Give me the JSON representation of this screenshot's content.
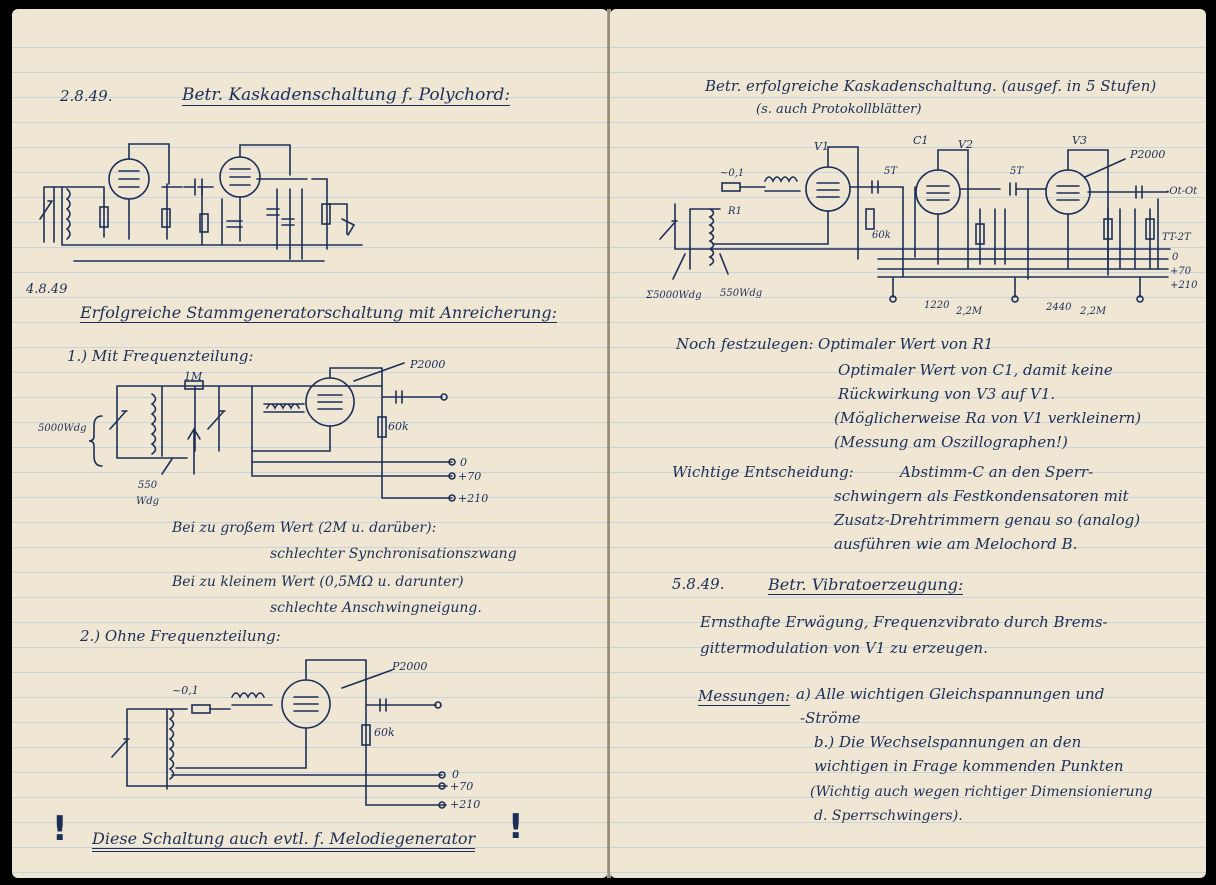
{
  "left": {
    "date1": "2.8.49.",
    "title1": "Betr. Kaskadenschaltung f. Polychord:",
    "date2": "4.8.49",
    "title2": "Erfolgreiche Stammgeneratorschaltung mit Anreicherung:",
    "s1_heading": "1.) Mit Frequenzteilung:",
    "s1_labels": {
      "r": "1M",
      "tube": "P2000",
      "res": "60k",
      "v0": "0",
      "v70": "+70",
      "v210": "+210",
      "freq": "5000Wdg",
      "wdg1": "550",
      "wdg2": "Wdg"
    },
    "note1a": "Bei zu großem Wert (2M u. darüber):",
    "note1b": "schlechter Synchronisationszwang",
    "note2a": "Bei zu kleinem Wert (0,5MΩ u. darunter)",
    "note2b": "schlechte Anschwingneigung.",
    "s2_heading": "2.) Ohne Frequenzteilung:",
    "s2_labels": {
      "c": "~0,1",
      "tube": "P2000",
      "res": "60k",
      "v0": "0",
      "v70": "+70",
      "v210": "+210"
    },
    "bottom_note": "Diese Schaltung auch evtl. f. Melodiegenerator",
    "excl_left": "!",
    "excl_right": "!"
  },
  "right": {
    "title_a": "Betr. erfolgreiche Kaskadenschaltung. (ausgef. in 5 Stufen)",
    "title_b": "(s. auch Protokollblätter)",
    "c_labels": {
      "v1": "V1",
      "c1": "C1",
      "v2": "V2",
      "v3": "V3",
      "tube": "P2000",
      "st1": "5T",
      "st2": "5T",
      "r1": "R1",
      "c01": "~0,1",
      "k60": "60k",
      "a1": "1220",
      "a2": "2,2M",
      "a3": "2440",
      "a4": "2,2M",
      "o1": "-Ot-Ot",
      "o2": "TT-2T",
      "v0": "0",
      "v70": "+70",
      "v210": "+210",
      "wdg1": "Σ5000Wdg",
      "wdg2": "550Wdg"
    },
    "nf_label": "Noch festzulegen:",
    "nf1": "Optimaler Wert von R1",
    "nf2": "Optimaler Wert von C1, damit keine",
    "nf3": "Rückwirkung von V3 auf V1.",
    "nf4": "(Möglicherweise Ra von V1 verkleinern)",
    "nf5": "(Messung am Oszillographen!)",
    "we_label": "Wichtige Entscheidung:",
    "we1": "Abstimm-C an den Sperr-",
    "we2": "schwingern als Festkondensatoren mit",
    "we3": "Zusatz-Drehtrimmern genau so (analog)",
    "we4": "ausführen wie am Melochord B.",
    "date3": "5.8.49.",
    "title3": "Betr. Vibratoerzeugung:",
    "vib1": "Ernsthafte Erwägung, Frequenzvibrato durch Brems-",
    "vib2": "gittermodulation von V1 zu erzeugen.",
    "mess_label": "Messungen:",
    "mess_a1": "a) Alle wichtigen Gleichspannungen und",
    "mess_a2": "-Ströme",
    "mess_b1": "b.) Die Wechselspannungen an den",
    "mess_b2": "wichtigen in Frage kommenden Punkten",
    "mess_b3": "(Wichtig auch wegen richtiger Dimensionierung",
    "mess_b4": "d. Sperrschwingers)."
  }
}
